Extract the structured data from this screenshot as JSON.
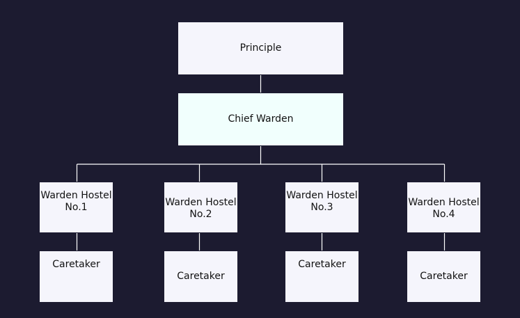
{
  "org_chart": {
    "principal": "Principle",
    "chief_warden": "Chief Warden",
    "wardens": [
      {
        "line1": "Warden Hostel",
        "line2": "No.1",
        "caretaker": "Caretaker"
      },
      {
        "line1": "Warden Hostel",
        "line2": "No.2",
        "caretaker": "Caretaker"
      },
      {
        "line1": "Warden Hostel",
        "line2": "No.3",
        "caretaker": "Caretaker"
      },
      {
        "line1": "Warden Hostel",
        "line2": "No.4",
        "caretaker": "Caretaker"
      }
    ]
  },
  "colors": {
    "background": "#1c1b30",
    "box_fill": "#f5f5fc",
    "chief_fill": "#f1fffd",
    "connector": "#ffffff"
  }
}
